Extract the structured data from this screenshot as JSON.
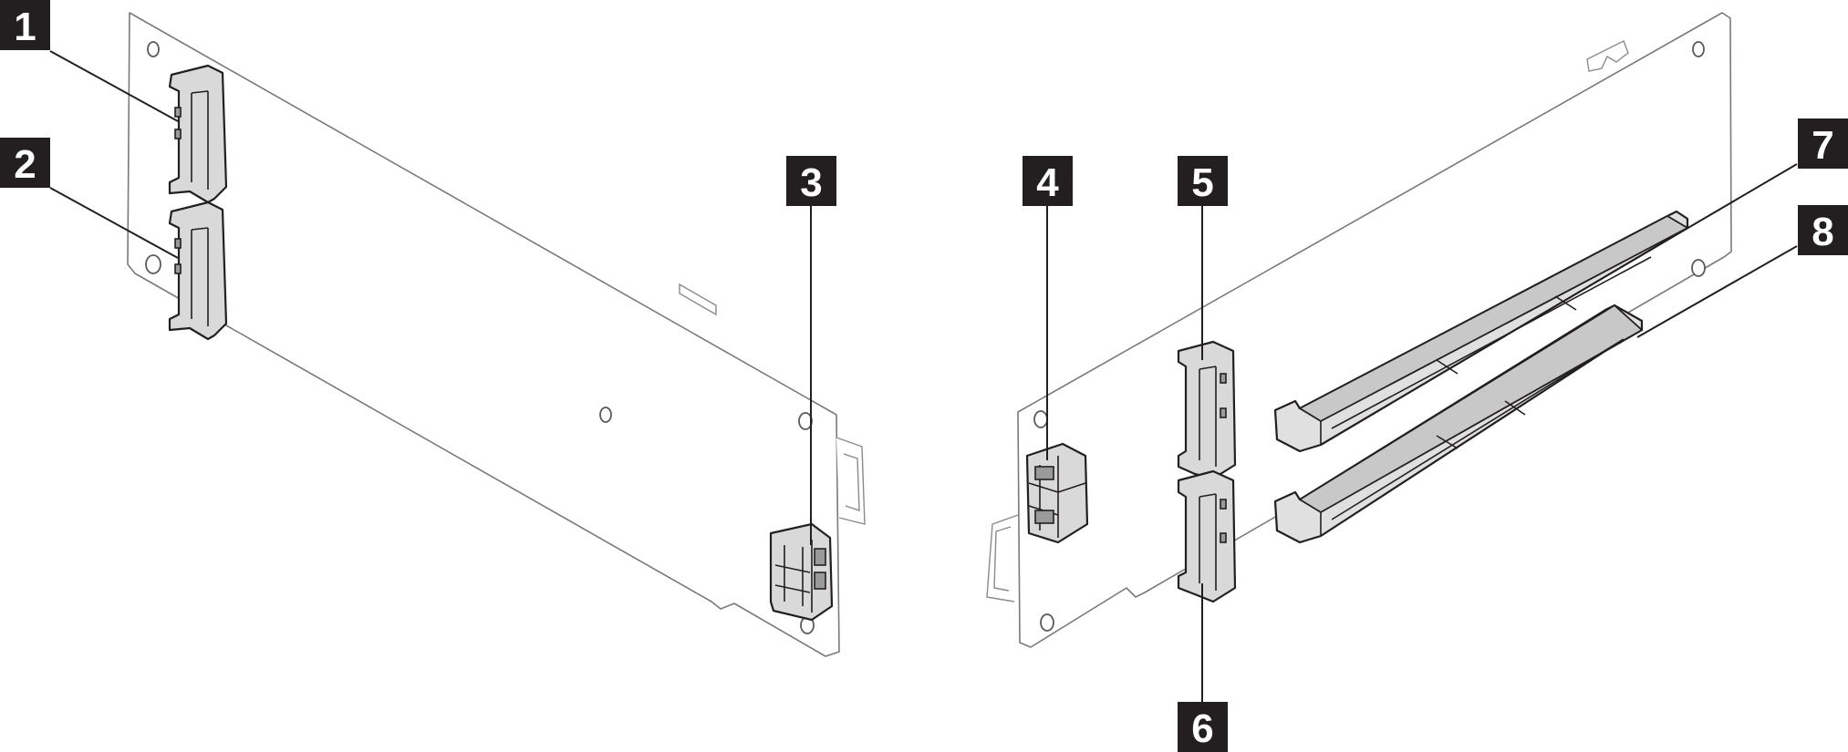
{
  "callouts": [
    "1",
    "2",
    "3",
    "4",
    "5",
    "6",
    "7",
    "8"
  ],
  "colors": {
    "callout_fill": "#231f20",
    "callout_text": "#ffffff",
    "connector_fill": "#d9d9d9",
    "board_outline": "#7a7a7a"
  }
}
